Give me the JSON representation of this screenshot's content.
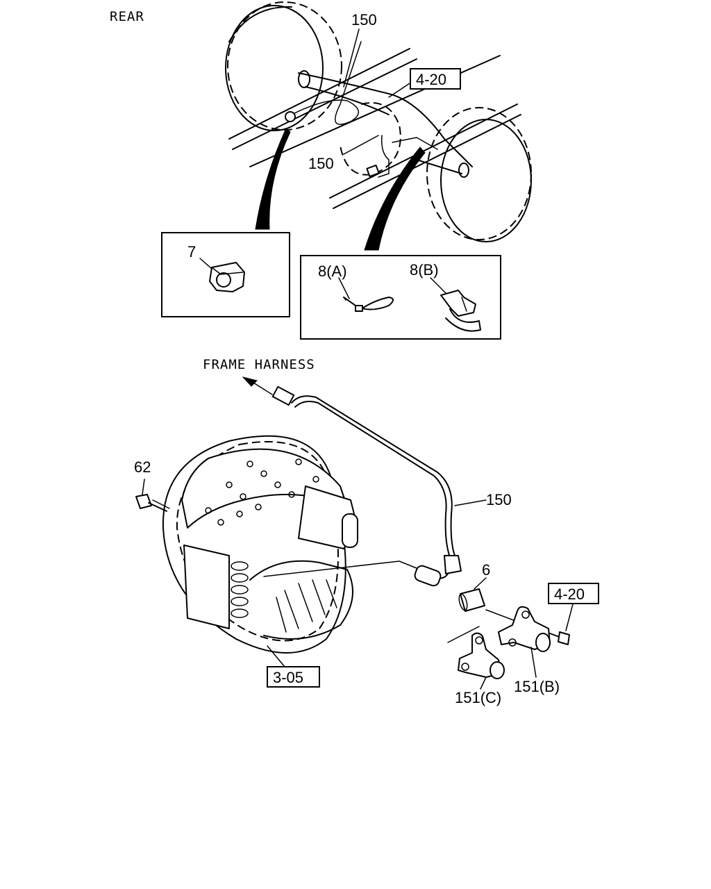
{
  "view_label": "REAR",
  "direction_label": "FRAME HARNESS",
  "parts": {
    "p150_a": "150",
    "p150_b": "150",
    "p150_c": "150",
    "p7": "7",
    "p8a": "8(A)",
    "p8b": "8(B)",
    "p62": "62",
    "p6": "6",
    "p151b": "151(B)",
    "p151c": "151(C)"
  },
  "references": {
    "ref_top": "4-20",
    "ref_bracket": "4-20",
    "ref_drum": "3-05"
  }
}
